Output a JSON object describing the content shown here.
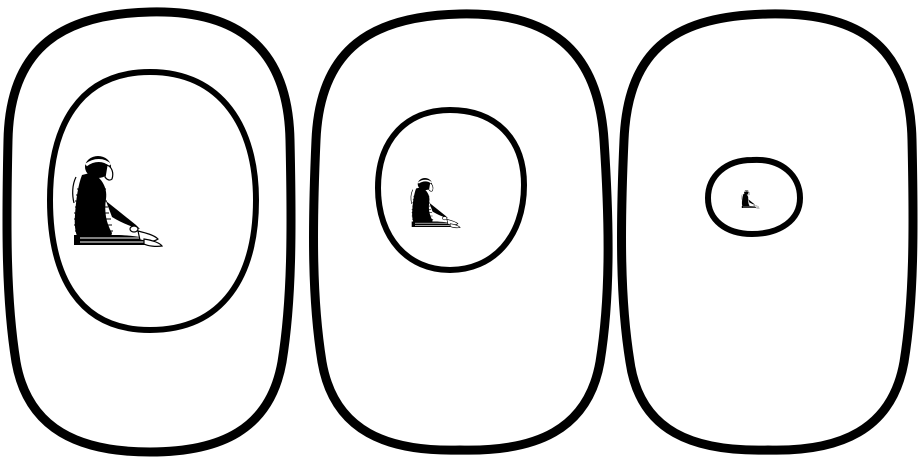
{
  "illustration": {
    "panel_count": 3,
    "line_color": "#000000",
    "background_color": "#ffffff",
    "panels": [
      {
        "id": "panel-1",
        "subject": "seated-figure",
        "subject_scale": 1.0
      },
      {
        "id": "panel-2",
        "subject": "seated-figure",
        "subject_scale": 0.6
      },
      {
        "id": "panel-3",
        "subject": "seated-figure",
        "subject_scale": 0.22
      }
    ]
  }
}
